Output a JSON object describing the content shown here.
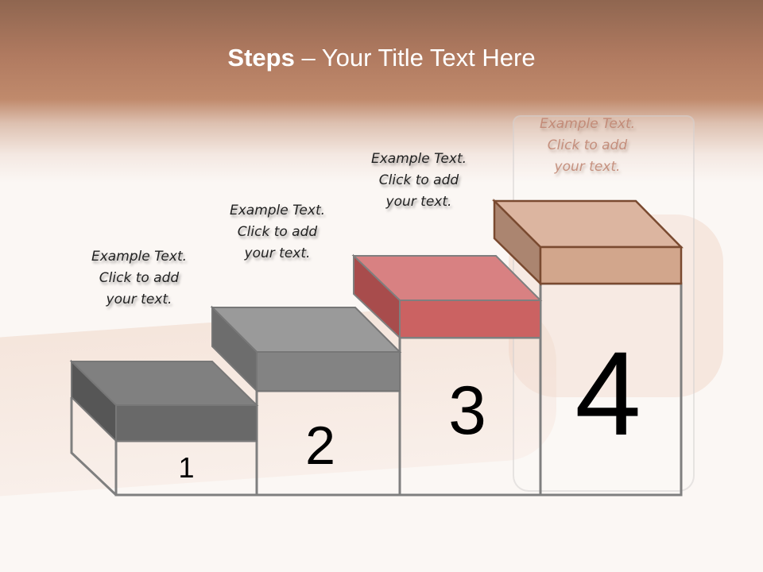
{
  "slide": {
    "title_bold": "Steps",
    "title_rest": " – Your Title Text Here"
  },
  "steps": [
    {
      "number": "1",
      "label_line1": "Example Text.",
      "label_line2": "Click  to add",
      "label_line3": "your text.",
      "color": "#6a6a6a"
    },
    {
      "number": "2",
      "label_line1": "Example Text.",
      "label_line2": "Click  to add",
      "label_line3": "your text.",
      "color": "#848484"
    },
    {
      "number": "3",
      "label_line1": "Example Text.",
      "label_line2": "Click  to add",
      "label_line3": "your text.",
      "color": "#cf6565"
    },
    {
      "number": "4",
      "label_line1": "Example Text.",
      "label_line2": "Click  to add",
      "label_line3": "your text.",
      "color": "#d4a58c"
    }
  ]
}
